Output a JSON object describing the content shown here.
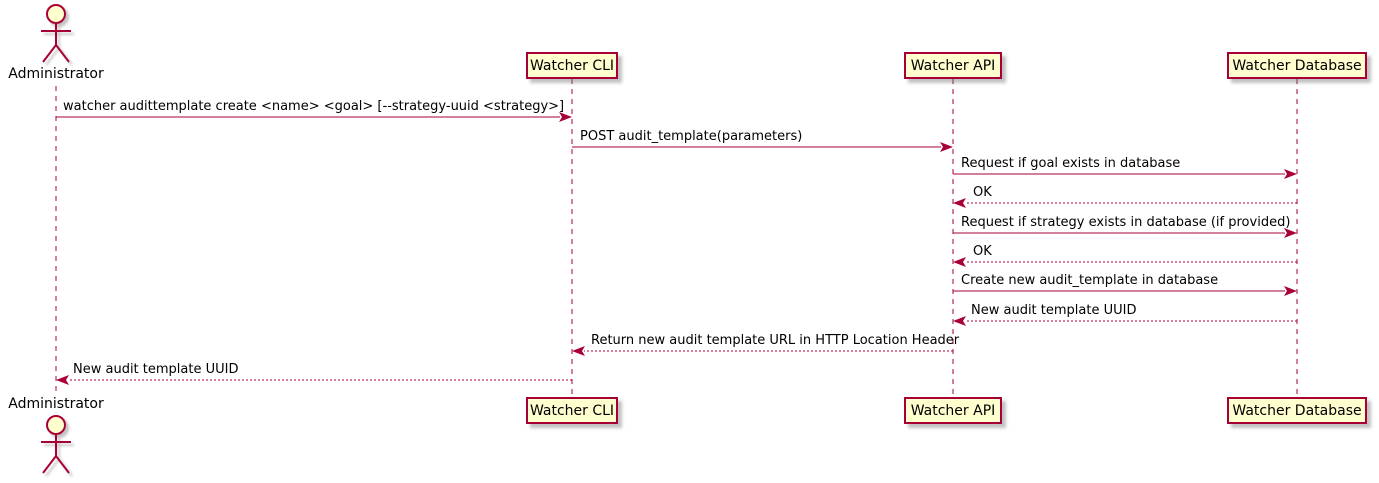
{
  "diagram": {
    "type": "sequence",
    "colors": {
      "participant_fill": "#FEFECE",
      "accent": "#A80036",
      "text": "#000000",
      "background": "#ffffff"
    },
    "actors": {
      "administrator": "Administrator"
    },
    "participants": [
      {
        "name": "Watcher CLI"
      },
      {
        "name": "Watcher API"
      },
      {
        "name": "Watcher Database"
      }
    ],
    "messages": [
      {
        "from": "Administrator",
        "to": "Watcher CLI",
        "line": "solid",
        "text": "watcher audittemplate create <name> <goal> [--strategy-uuid <strategy>]"
      },
      {
        "from": "Watcher CLI",
        "to": "Watcher API",
        "line": "solid",
        "text": "POST audit_template(parameters)"
      },
      {
        "from": "Watcher API",
        "to": "Watcher Database",
        "line": "solid",
        "text": "Request if goal exists in database"
      },
      {
        "from": "Watcher Database",
        "to": "Watcher API",
        "line": "dashed",
        "text": "OK"
      },
      {
        "from": "Watcher API",
        "to": "Watcher Database",
        "line": "solid",
        "text": "Request if strategy exists in database (if provided)"
      },
      {
        "from": "Watcher Database",
        "to": "Watcher API",
        "line": "dashed",
        "text": "OK"
      },
      {
        "from": "Watcher API",
        "to": "Watcher Database",
        "line": "solid",
        "text": "Create new audit_template in database"
      },
      {
        "from": "Watcher Database",
        "to": "Watcher API",
        "line": "dashed",
        "text": "New audit template UUID"
      },
      {
        "from": "Watcher API",
        "to": "Watcher CLI",
        "line": "dashed",
        "text": "Return new audit template URL in HTTP Location Header"
      },
      {
        "from": "Watcher CLI",
        "to": "Administrator",
        "line": "dashed",
        "text": "New audit template UUID"
      }
    ]
  }
}
